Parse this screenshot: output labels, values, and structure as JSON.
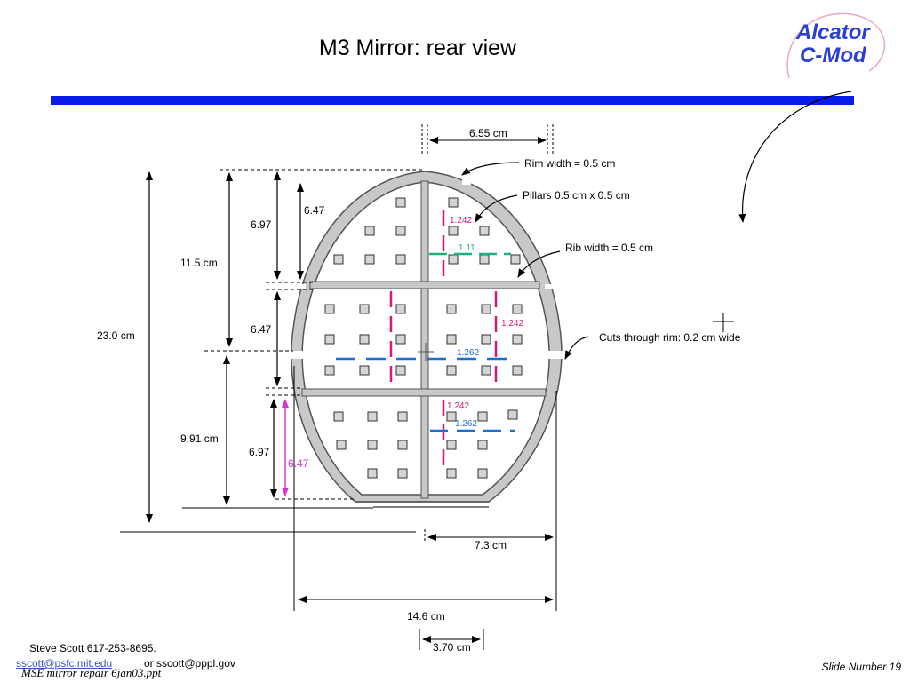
{
  "slide": {
    "title": "M3 Mirror:  rear view",
    "logo_line1": "Alcator",
    "logo_line2": "C-Mod"
  },
  "colors": {
    "rule": "#0a1de8",
    "logo": "#2a3ed6",
    "pink": "#e0157a",
    "magenta": "#d633d6",
    "green": "#19b37a",
    "blue": "#1a6fd6",
    "part_fill": "#c8c8c8"
  },
  "annotations": {
    "rim_width": "Rim width = 0.5 cm",
    "pillars": "Pillars 0.5 cm x 0.5 cm",
    "rib_width": "Rib width = 0.5 cm",
    "cuts": "Cuts through rim: 0.2 cm wide"
  },
  "dimensions": {
    "top_width": "6.55 cm",
    "total_height": "23.0 cm",
    "upper_height": "11.5 cm",
    "lower_height": "9.91 cm",
    "seg_697_top": "6.97",
    "seg_647_top": "6.47",
    "seg_647_mid": "6.47",
    "seg_697_bottom": "6.97",
    "seg_647_bottom": "6.47",
    "half_width": "7.3 cm",
    "full_width": "14.6 cm",
    "base_width": "3.70 cm"
  },
  "inner_dims": {
    "pink_top": "1.242",
    "green_top": "1.11",
    "pink_mid": "1.242",
    "blue_mid": "1.262",
    "pink_low": "1.242",
    "blue_low": "1.262"
  },
  "footer": {
    "name_phone": "Steve Scott  617-253-8695.",
    "email1": "sscott@psfc.mit.edu",
    "email_or": "or sscott@pppl.gov",
    "filename": "MSE mirror repair 6jan03.ppt",
    "slide_number": "Slide Number 19"
  }
}
